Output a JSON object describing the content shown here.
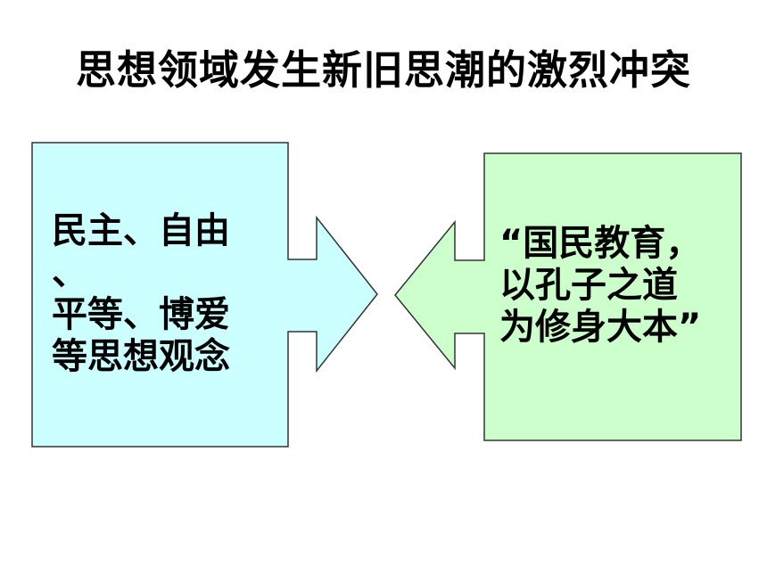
{
  "slide": {
    "title": "思想领域发生新旧思潮的激烈冲突"
  },
  "left_box": {
    "text": "民主、自由\n、\n平等、博爱\n等思想观念",
    "fill_color": "#ccffff"
  },
  "right_box": {
    "text": "“国民教育，\n以孔子之道\n为修身大本”",
    "fill_color": "#ccffcc"
  },
  "colors": {
    "outline": "#333333",
    "text": "#000000"
  }
}
